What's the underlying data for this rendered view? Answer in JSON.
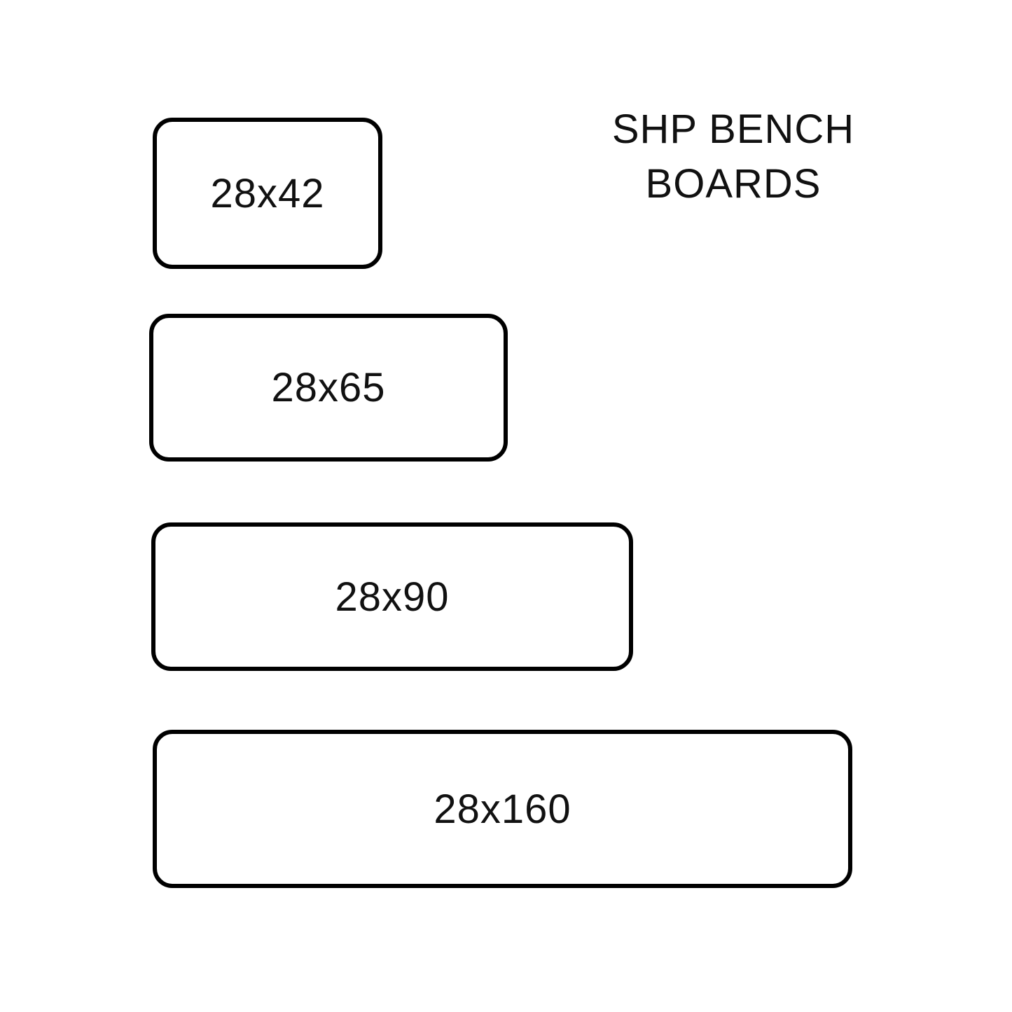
{
  "title": {
    "line1": "SHP BENCH",
    "line2": "BOARDS"
  },
  "boards": [
    {
      "label": "28x42"
    },
    {
      "label": "28x65"
    },
    {
      "label": "28x90"
    },
    {
      "label": "28x160"
    }
  ],
  "colors": {
    "outline": "#000000",
    "text": "#111111",
    "background": "#ffffff"
  }
}
